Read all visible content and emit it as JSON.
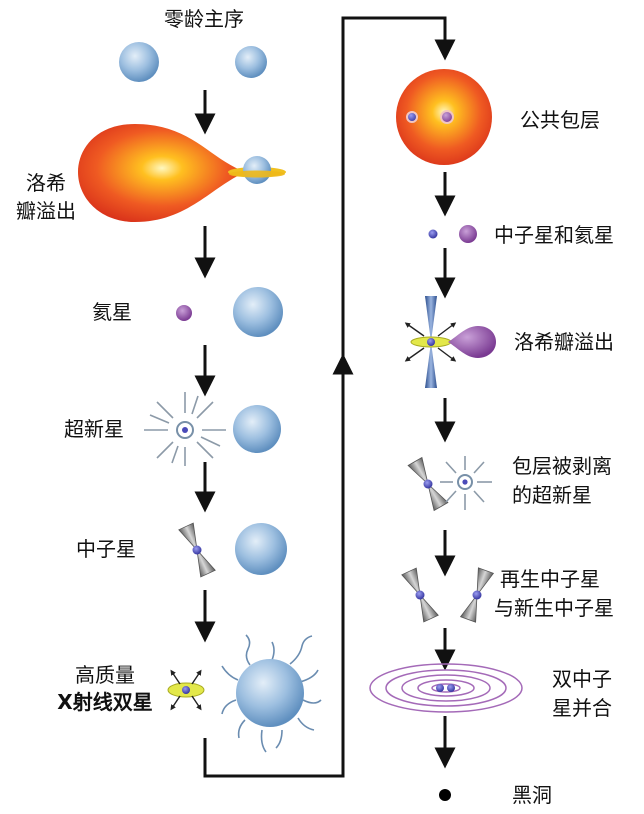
{
  "left_column": {
    "zams": "零龄主序",
    "roche_line1": "洛希",
    "roche_line2": "瓣溢出",
    "helium_star": "氦星",
    "supernova": "超新星",
    "neutron_star": "中子星",
    "hmxb_line1": "高质量",
    "hmxb_line2": "X射线双星"
  },
  "right_column": {
    "common_envelope": "公共包层",
    "ns_and_he": "中子星和氦星",
    "roche_overflow": "洛希瓣溢出",
    "stripped_line1": "包层被剥离",
    "stripped_line2": "的超新星",
    "recycled_line1": "再生中子星",
    "recycled_line2": "与新生中子星",
    "merger_line1": "双中子",
    "merger_line2": "星并合",
    "black_hole": "黑洞"
  },
  "colors": {
    "main_sequence_blue": "#8fb4d8",
    "giant_orange": "#ee5a2a",
    "helium_purple": "#8b4a9e",
    "neutron_star_blue": "#4a4ab8",
    "jet_gray": "#8a8a8a",
    "flow_arrow": "#111111"
  }
}
